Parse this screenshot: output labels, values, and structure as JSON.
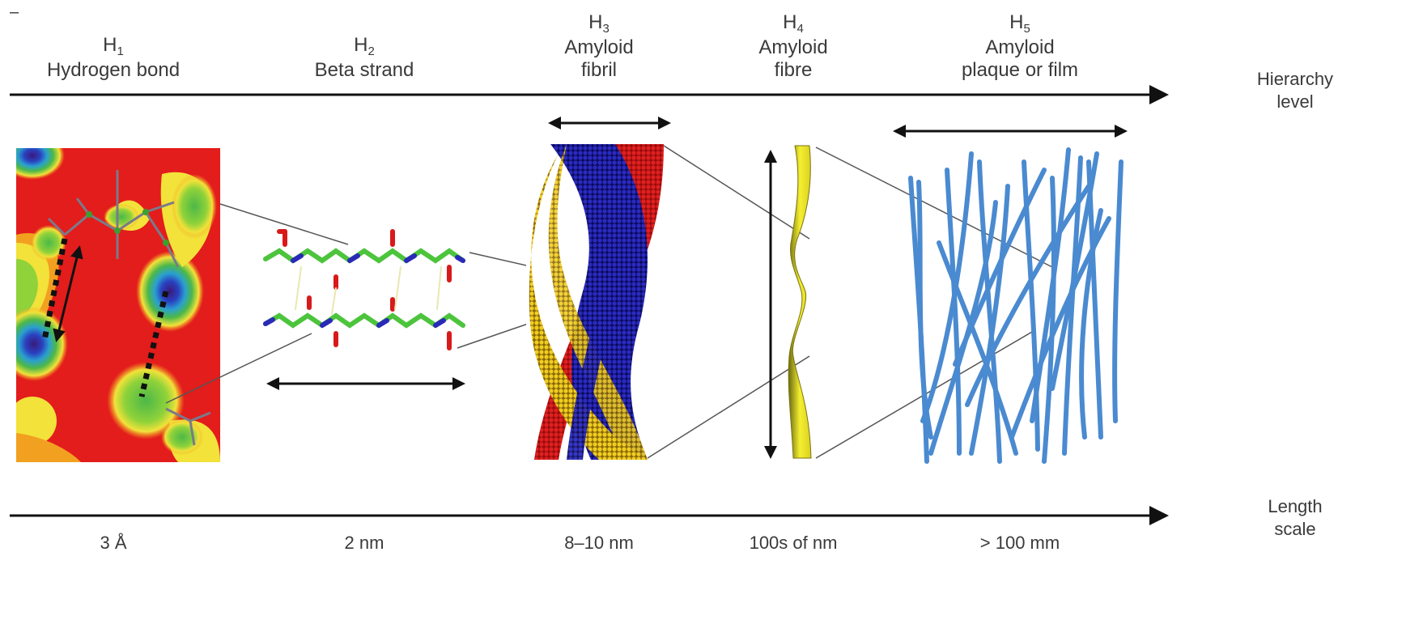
{
  "levels": [
    {
      "h": "H",
      "sub": "1",
      "name_lines": [
        "Hydrogen bond"
      ],
      "scale": "3 Å"
    },
    {
      "h": "H",
      "sub": "2",
      "name_lines": [
        "Beta strand"
      ],
      "scale": "2 nm"
    },
    {
      "h": "H",
      "sub": "3",
      "name_lines": [
        "Amyloid",
        "fibril"
      ],
      "scale": "8–10 nm"
    },
    {
      "h": "H",
      "sub": "4",
      "name_lines": [
        "Amyloid",
        "fibre"
      ],
      "scale": "100s of nm"
    },
    {
      "h": "H",
      "sub": "5",
      "name_lines": [
        "Amyloid",
        "plaque or film"
      ],
      "scale": "> 100 mm"
    }
  ],
  "axes": {
    "hierarchy_line1": "Hierarchy",
    "hierarchy_line2": "level",
    "length_line1": "Length",
    "length_line2": "scale"
  },
  "corner_mark": "–",
  "colors": {
    "axis": "#111111",
    "text": "#3a3a3a",
    "map_red": "#e31c1c",
    "map_yellow": "#f2e23a",
    "map_green": "#4cb848",
    "map_blue": "#2040b0",
    "carbon": "#4cc43c",
    "nitrogen": "#2a2ab8",
    "oxygen": "#d81a1a",
    "fibril_red": "#c81616",
    "fibril_blue": "#1a1aa0",
    "fibril_yellow": "#e8c218",
    "fibre_yellow": "#f0ea2a",
    "plaque_blue": "#4a8ad0"
  }
}
